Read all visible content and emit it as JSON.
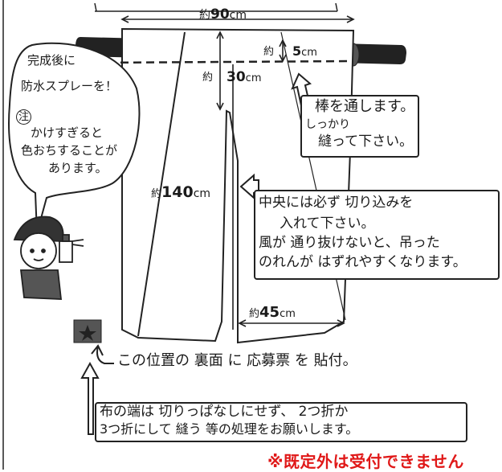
{
  "dimensions": {
    "width": {
      "prefix": "約",
      "value": "90",
      "unit": "cm"
    },
    "pole_allowance": {
      "prefix": "約",
      "value": "5",
      "unit": "cm"
    },
    "slit_top": {
      "prefix": "約",
      "value": "30",
      "unit": "cm"
    },
    "length": {
      "prefix": "約",
      "value": "140",
      "unit": "cm"
    },
    "panel_width": {
      "prefix": "約",
      "value": "45",
      "unit": "cm"
    }
  },
  "notes": {
    "pole": [
      "棒を通します。",
      "しっかり",
      "縫って下さい。"
    ],
    "waterproof": [
      "完成後に",
      "防水スプレーを！"
    ],
    "caution_mark": "注",
    "caution": [
      "かけすぎると",
      "色おちすることが",
      "あります。"
    ],
    "center_slit": [
      "中央には必ず 切り込みを",
      "入れて下さい。",
      "風が 通り抜けないと、吊った",
      "のれんが はずれやすくなります。"
    ],
    "ticket": "この位置の 裏面 に 応募票 を 貼付。",
    "hem": [
      "布の端は 切りっぱなしにせず、 2つ折か",
      "3つ折にして 縫う 等の処理をお願いします。"
    ],
    "warning": "※既定外は受付できません"
  },
  "colors": {
    "warning": "#e01818",
    "ink": "#1a1a1a",
    "pole": "#222222"
  }
}
